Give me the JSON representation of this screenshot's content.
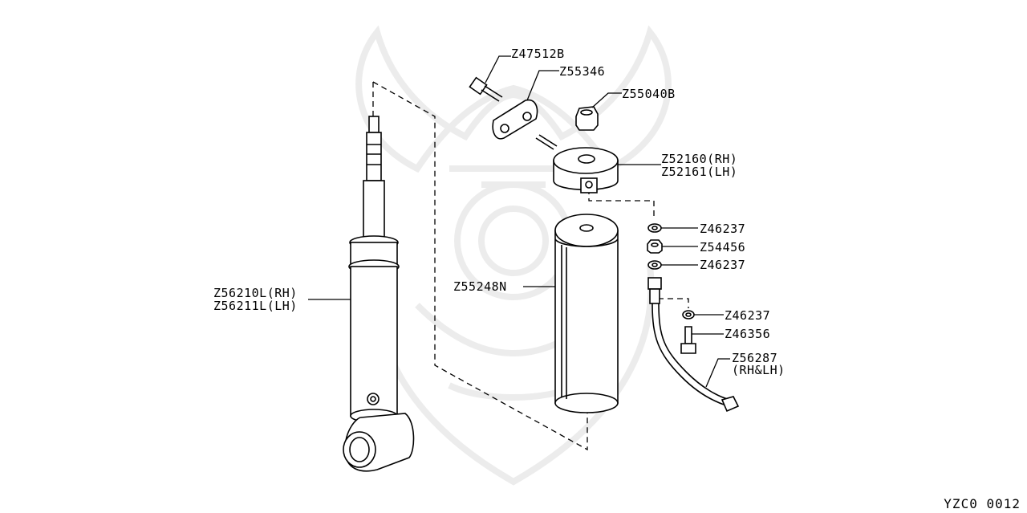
{
  "parts": [
    {
      "id": "p1",
      "number": "Z47512B",
      "name": "bolt"
    },
    {
      "id": "p2",
      "number": "Z55346",
      "name": "bracket"
    },
    {
      "id": "p3",
      "number": "Z55040B",
      "name": "nut"
    },
    {
      "id": "p4",
      "number": "Z52160(RH)",
      "name": "mount"
    },
    {
      "id": "p5",
      "number": "Z52161(LH)",
      "name": "mount"
    },
    {
      "id": "p6",
      "number": "Z46237",
      "name": "washer"
    },
    {
      "id": "p7",
      "number": "Z54456",
      "name": "nut"
    },
    {
      "id": "p8",
      "number": "Z46237",
      "name": "washer"
    },
    {
      "id": "p9",
      "number": "Z55248N",
      "name": "reservoir"
    },
    {
      "id": "p10",
      "number": "Z56210L(RH)",
      "name": "shock-absorber"
    },
    {
      "id": "p11",
      "number": "Z56211L(LH)",
      "name": "shock-absorber"
    },
    {
      "id": "p12",
      "number": "Z46237",
      "name": "washer"
    },
    {
      "id": "p13",
      "number": "Z46356",
      "name": "bolt"
    },
    {
      "id": "p14",
      "number": "Z56287",
      "name": "hose"
    },
    {
      "id": "p15",
      "number": "(RH&LH)",
      "name": "hose"
    }
  ],
  "footer_code": "YZC0  0012",
  "colors": {
    "line": "#000000",
    "watermark": "#ececec",
    "background": "#ffffff"
  }
}
